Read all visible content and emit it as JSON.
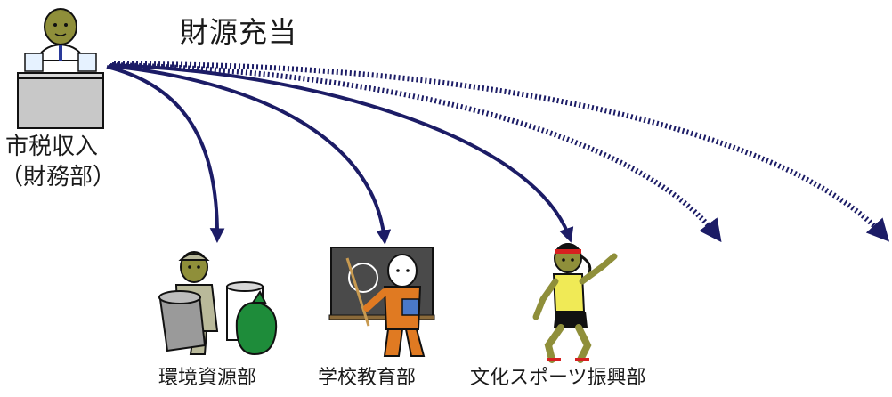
{
  "title": "財源充当",
  "source": {
    "label_line1": "市税収入",
    "label_line2": "（財務部）",
    "icon": "clerk-at-desk-icon"
  },
  "destinations": [
    {
      "label": "環境資源部",
      "icon": "sanitation-worker-icon"
    },
    {
      "label": "学校教育部",
      "icon": "teacher-blackboard-icon"
    },
    {
      "label": "文化スポーツ振興部",
      "icon": "runner-icon"
    }
  ],
  "colors": {
    "arrow": "#1c1c66",
    "skin": "#8f8f3a",
    "desk": "#c8c8c8",
    "bag": "#1e8c3a",
    "teacher_clothes": "#e07a22",
    "blackboard": "#4a4a4a",
    "headband": "#d62020",
    "shirt": "#f0ea56"
  }
}
